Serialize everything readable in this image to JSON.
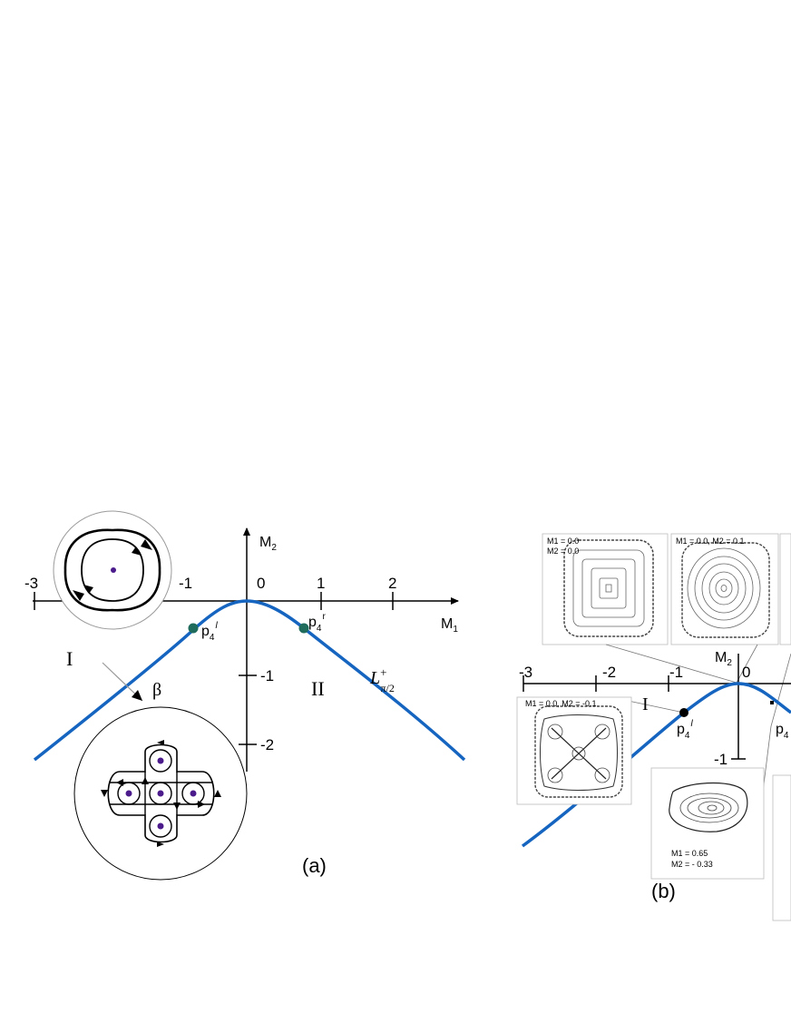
{
  "panel_a": {
    "caption": "(a)",
    "axis_m1": {
      "label": "M",
      "sub": "1",
      "ticks": [
        "-3",
        "-1",
        "0",
        "1",
        "2"
      ]
    },
    "axis_m2": {
      "label": "M",
      "sub": "2",
      "ticks": [
        "-1",
        "-2"
      ]
    },
    "region_1": "I",
    "region_2": "II",
    "beta": "β",
    "curve_label": {
      "main": "L",
      "sup": "+",
      "sub": "π/2"
    },
    "point_left": {
      "main": "p",
      "sub": "4",
      "sup": "l"
    },
    "point_right": {
      "main": "p",
      "sub": "4",
      "sup": "r"
    },
    "colors": {
      "curve": "#1565c0",
      "point": "#1f6b5c",
      "dot": "#4b1b8c"
    }
  },
  "panel_b": {
    "caption": "(b)",
    "axis_m2": {
      "label": "M",
      "sub": "2"
    },
    "ticks": [
      "-3",
      "-2",
      "-1",
      "0",
      "-1"
    ],
    "region_1": "I",
    "point_left": {
      "main": "p",
      "sub": "4",
      "sup": "l"
    },
    "point_right": {
      "main": "p",
      "sub": "4"
    },
    "insets": [
      {
        "line1": "M1 = 0.0",
        "line2": "M2 = 0.0"
      },
      {
        "line1": "M1 = 0.0, M2 = 0.1",
        "line2": ""
      },
      {
        "line1": "M1 = 0.0, M2 = -0.1",
        "line2": ""
      },
      {
        "line1": "M1 = 0.65",
        "line2": "M2 = - 0.33"
      }
    ]
  }
}
